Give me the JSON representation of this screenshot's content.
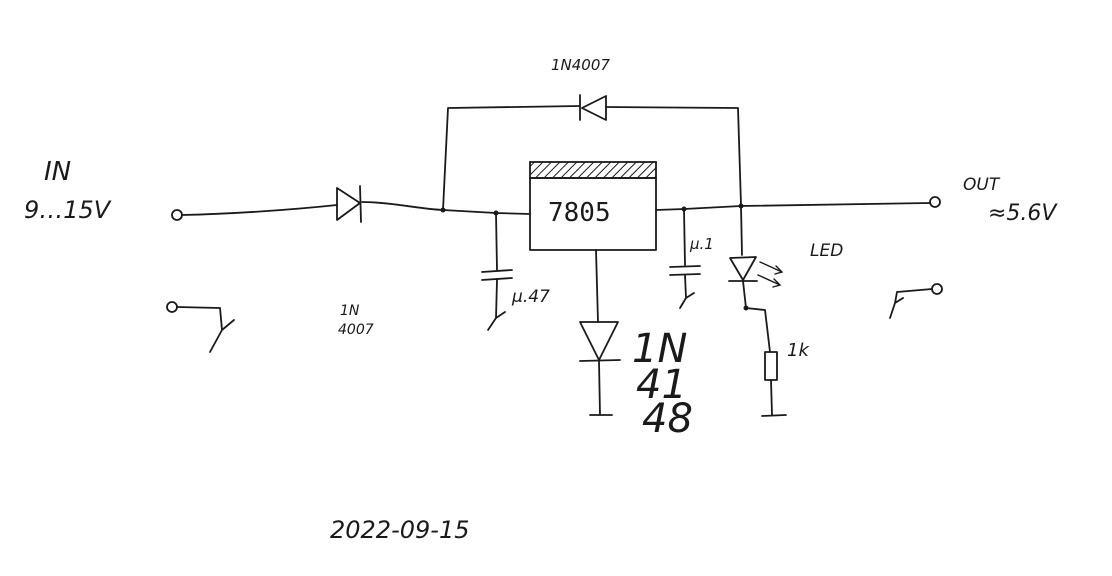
{
  "input": {
    "label": "IN",
    "voltage": "9…15V"
  },
  "output": {
    "label": "OUT",
    "voltage": "≈5.6V"
  },
  "regulator": {
    "part": "7805"
  },
  "diodes": {
    "input_diode": "1N\n4007",
    "bypass_diode": "1N4007",
    "ground_diode": [
      "1N",
      "41",
      "48"
    ]
  },
  "capacitors": {
    "input_cap": "μ.47",
    "output_cap": "μ.1"
  },
  "led": {
    "label": "LED"
  },
  "resistor": {
    "value": "1k"
  },
  "date": "2022-09-15"
}
